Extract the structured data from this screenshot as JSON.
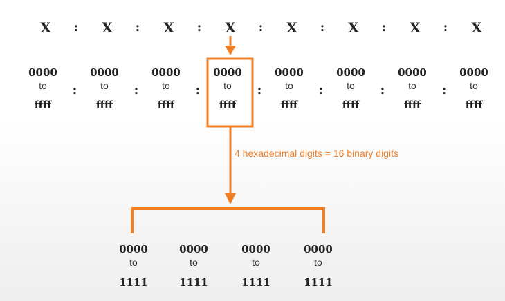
{
  "top_row": {
    "symbols": [
      "X",
      "X",
      "X",
      "X",
      "X",
      "X",
      "X",
      "X"
    ],
    "separator": ":"
  },
  "hextets": [
    {
      "from": "0000",
      "to_word": "to",
      "until": "ffff"
    },
    {
      "from": "0000",
      "to_word": "to",
      "until": "ffff"
    },
    {
      "from": "0000",
      "to_word": "to",
      "until": "ffff"
    },
    {
      "from": "0000",
      "to_word": "to",
      "until": "ffff"
    },
    {
      "from": "0000",
      "to_word": "to",
      "until": "ffff"
    },
    {
      "from": "0000",
      "to_word": "to",
      "until": "ffff"
    },
    {
      "from": "0000",
      "to_word": "to",
      "until": "ffff"
    },
    {
      "from": "0000",
      "to_word": "to",
      "until": "ffff"
    }
  ],
  "hextet_separator": ":",
  "annotation": "4 hexadecimal digits = 16 binary digits",
  "nibbles": [
    {
      "from": "0000",
      "to_word": "to",
      "until": "1111"
    },
    {
      "from": "0000",
      "to_word": "to",
      "until": "1111"
    },
    {
      "from": "0000",
      "to_word": "to",
      "until": "1111"
    },
    {
      "from": "0000",
      "to_word": "to",
      "until": "1111"
    }
  ],
  "colors": {
    "accent": "#f07f25",
    "text": "#222222"
  }
}
